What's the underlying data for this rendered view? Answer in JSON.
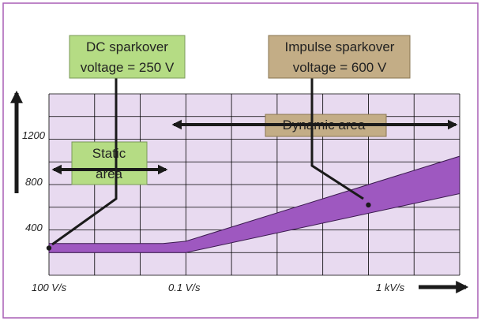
{
  "colors": {
    "border": "#a85fb6",
    "plot_bg": "#e8daf0",
    "grid": "#000000",
    "band_fill": "#9e58c0",
    "band_edge": "#3a1a4e",
    "green_box": "#b5dc84",
    "tan_box": "#c3ad86",
    "arrow": "#1a1a1a"
  },
  "chart_data": {
    "type": "area",
    "title": "",
    "xlabel": "",
    "ylabel": "",
    "x_scale": "log",
    "x_tick_labels": [
      "100 V/s",
      "0.1 V/s",
      "1 kV/s"
    ],
    "y_ticks": [
      400,
      800,
      1200
    ],
    "y_tick_labels": [
      "400",
      "800",
      "1200"
    ],
    "ylim": [
      0,
      1600
    ],
    "grid": true,
    "band": {
      "upper": [
        [
          0,
          280
        ],
        [
          2.5,
          280
        ],
        [
          3,
          300
        ],
        [
          9,
          1050
        ]
      ],
      "lower": [
        [
          0,
          200
        ],
        [
          3,
          200
        ],
        [
          9,
          720
        ]
      ]
    },
    "points": [
      {
        "x": 0,
        "y": 240
      },
      {
        "x": 7,
        "y": 620
      }
    ],
    "annotations": {
      "dc": {
        "line1": "DC sparkover",
        "line2": "voltage = 250 V"
      },
      "impulse": {
        "line1": "Impulse sparkover",
        "line2": "voltage = 600 V"
      },
      "static": {
        "line1": "Static",
        "line2": "area"
      },
      "dynamic": {
        "text": "Dynamic area"
      }
    }
  }
}
